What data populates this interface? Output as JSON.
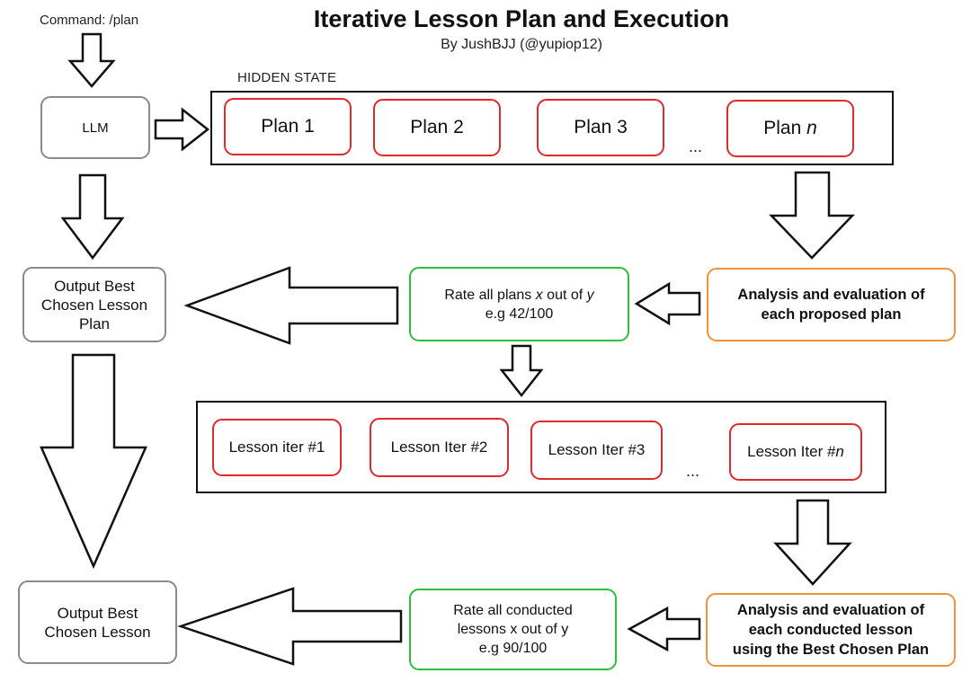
{
  "title": "Iterative Lesson Plan and Execution",
  "subtitle": "By JushBJJ (@yupiop12)",
  "command": "Command: /plan",
  "llm": "LLM",
  "hidden_state": {
    "label": "HIDDEN STATE",
    "plans": [
      "Plan 1",
      "Plan 2",
      "Plan 3"
    ],
    "plan_n_prefix": "Plan ",
    "plan_n_var": "n",
    "ellipsis": "..."
  },
  "output_plan": {
    "lines": [
      "Output Best",
      "Chosen Lesson",
      "Plan"
    ]
  },
  "rate_plans": {
    "prefix": "Rate all plans ",
    "x": "x",
    "mid": " out of ",
    "y": "y",
    "example": "e.g 42/100"
  },
  "analysis_plans": {
    "lines": [
      "Analysis and evaluation of",
      "each proposed plan"
    ]
  },
  "lessons": {
    "items": [
      "Lesson iter #1",
      "Lesson Iter #2",
      "Lesson Iter #3"
    ],
    "iter_n_prefix": "Lesson Iter #",
    "iter_n_var": "n",
    "ellipsis": "..."
  },
  "output_lesson": {
    "lines": [
      "Output Best",
      "Chosen Lesson"
    ]
  },
  "rate_lessons": {
    "lines": [
      "Rate all conducted",
      "lessons x out of y",
      "e.g 90/100"
    ]
  },
  "analysis_lessons": {
    "lines": [
      "Analysis and evaluation of",
      "each conducted lesson",
      "using the Best Chosen Plan"
    ]
  },
  "colors": {
    "gray": "#8a8a8a",
    "red": "#e02a2a",
    "green": "#2fbf3a",
    "orange": "#f2923a",
    "black": "#111111"
  }
}
